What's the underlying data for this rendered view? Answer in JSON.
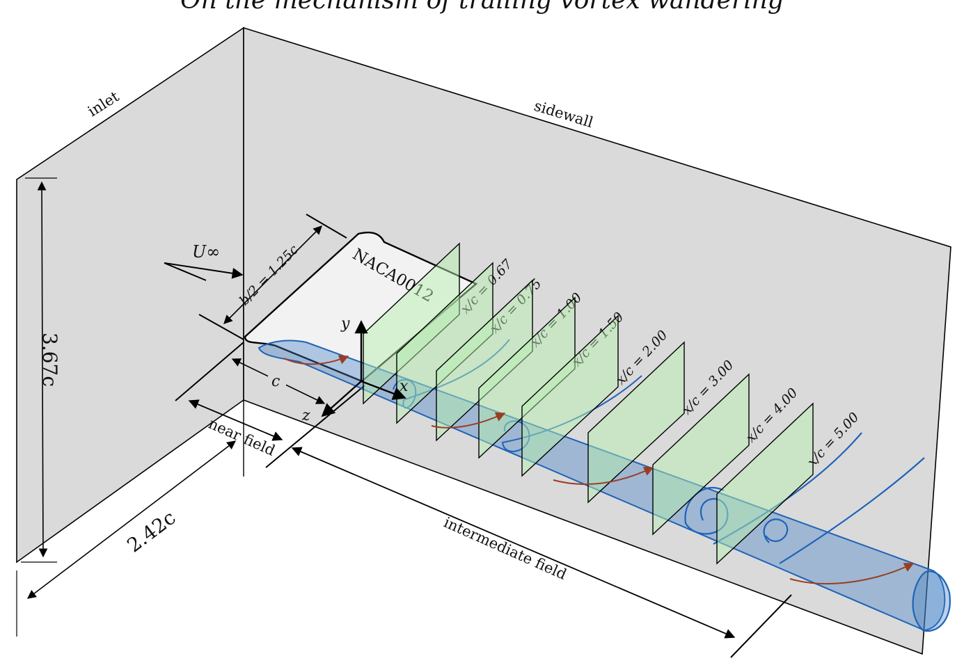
{
  "caption": "On the mechanism of trailing vortex wandering",
  "labels": {
    "inlet": "inlet",
    "sidewall": "sidewall",
    "height": "3.67c",
    "width": "2.42c",
    "freestream": "U∞",
    "half_span": "b/2 = 1.25c",
    "airfoil": "NACA0012",
    "axis_y": "y",
    "axis_x": "x",
    "axis_z": "z",
    "chord": "c",
    "near_field": "near field",
    "intermediate_field": "intermediate field"
  },
  "planes": [
    {
      "label": "x/c = 0.67"
    },
    {
      "label": "x/c = 0.75"
    },
    {
      "label": "x/c = 1.00"
    },
    {
      "label": "x/c = 1.50"
    },
    {
      "label": "x/c = 2.00"
    },
    {
      "label": "x/c = 3.00"
    },
    {
      "label": "x/c = 4.00"
    },
    {
      "label": "x/c = 5.00"
    }
  ],
  "colors": {
    "wall": "#dadada",
    "wing": "#f2f2f2",
    "tube_fill": "#3f7fc4",
    "tube_edge": "#1f63b8",
    "plane_fill": "#b6f0b0",
    "streamline": "#9a3d22"
  }
}
